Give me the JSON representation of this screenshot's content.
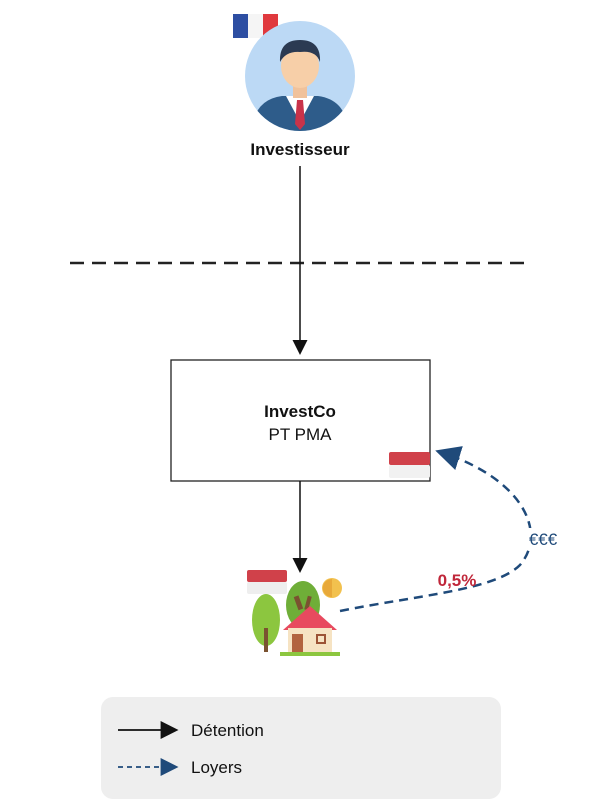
{
  "investor": {
    "label": "Investisseur",
    "flag": "france-flag"
  },
  "company": {
    "name": "InvestCo",
    "type": "PT PMA",
    "flag": "indonesia-flag"
  },
  "property": {
    "icon": "house-with-trees-icon",
    "flag": "indonesia-flag"
  },
  "flows": {
    "currency_label": "€€€",
    "rate_label": "0,5%"
  },
  "legend": {
    "detention_label": "Détention",
    "loyers_label": "Loyers"
  },
  "colors": {
    "navy_dashed": "#1f4a7a",
    "rate_red": "#c0273a",
    "indonesia_red": "#d0414a",
    "france_blue": "#2d4ea2",
    "france_red": "#e0393e",
    "legend_bg": "#eeeeee",
    "avatar_bg": "#bcd9f5"
  }
}
